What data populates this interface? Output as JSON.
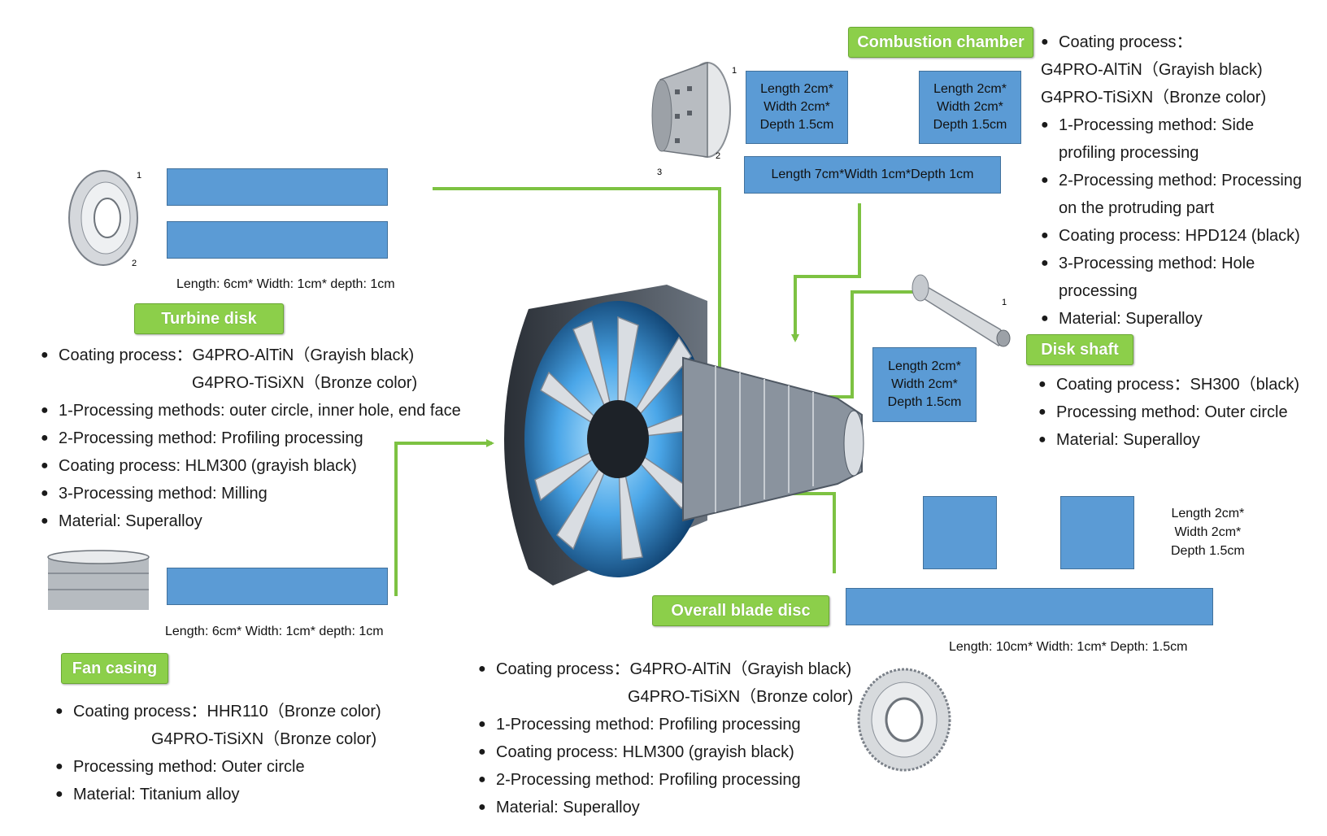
{
  "tags": {
    "combustion_chamber": "Combustion chamber",
    "turbine_disk": "Turbine disk",
    "disk_shaft": "Disk shaft",
    "fan_casing": "Fan casing",
    "overall_blade_disc": "Overall blade disc"
  },
  "dimensions": {
    "cc_box1": [
      "Length  2cm*",
      "Width  2cm*",
      "Depth  1.5cm"
    ],
    "cc_box2": [
      "Length  2cm*",
      "Width  2cm*",
      "Depth  1.5cm"
    ],
    "cc_wide": "Length 7cm*Width 1cm*Depth 1cm",
    "shaft_box": [
      "Length 2cm*",
      "Width 2cm*",
      "Depth 1.5cm"
    ],
    "turbine": "Length: 6cm* Width: 1cm* depth: 1cm",
    "fan": "Length: 6cm* Width: 1cm* depth: 1cm",
    "blade_side": [
      "Length 2cm*",
      "Width 2cm*",
      "Depth 1.5cm"
    ],
    "blade_long": "Length: 10cm* Width: 1cm* Depth: 1.5cm"
  },
  "combustion_specs": [
    "Coating process：",
    "G4PRO-AlTiN（Grayish black)",
    "G4PRO-TiSiXN（Bronze color)",
    "1-Processing method: Side",
    "profiling processing",
    "2-Processing method: Processing",
    "on the protruding part",
    "Coating process: HPD124 (black)",
    "3-Processing method: Hole",
    "processing",
    "Material: Superalloy"
  ],
  "turbine_specs": [
    "Coating process：G4PRO-AlTiN（Grayish black)",
    "G4PRO-TiSiXN（Bronze color)",
    "1-Processing methods: outer circle, inner hole, end face",
    "2-Processing method: Profiling processing",
    "Coating process: HLM300 (grayish black)",
    "3-Processing method: Milling",
    "Material: Superalloy"
  ],
  "shaft_specs": [
    "Coating process：SH300（black)",
    "Processing method: Outer circle",
    "Material: Superalloy"
  ],
  "fan_specs": [
    "Coating process：HHR110（Bronze color)",
    "G4PRO-TiSiXN（Bronze color)",
    "Processing method: Outer circle",
    "Material: Titanium alloy"
  ],
  "blade_specs": [
    "Coating process：G4PRO-AlTiN（Grayish black)",
    "G4PRO-TiSiXN（Bronze color)",
    "1-Processing method: Profiling processing",
    "Coating process: HLM300 (grayish black)",
    "2-Processing method: Profiling processing",
    "Material: Superalloy"
  ],
  "part_callouts": {
    "cc_1": "1",
    "cc_2": "2",
    "cc_3": "3",
    "td_1": "1",
    "td_2": "2",
    "ds_1": "1"
  },
  "colors": {
    "tag_green": "#8ccf4a",
    "arrow_green": "#7dc242",
    "box_blue": "#5b9bd5"
  }
}
